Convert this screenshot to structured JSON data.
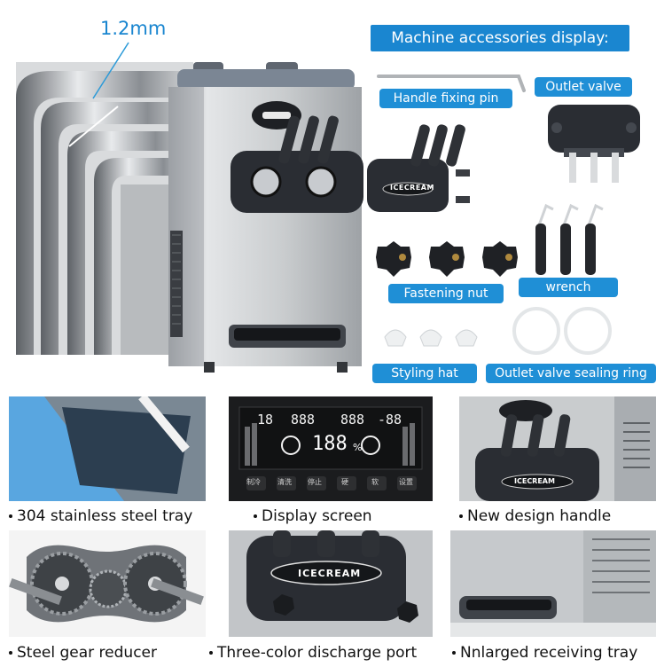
{
  "header": {
    "thickness_label": "1.2mm",
    "accessories_title": "Machine accessories display:"
  },
  "accessories": {
    "handle_fixing_pin": "Handle fixing pin",
    "outlet_valve": "Outlet valve",
    "fastening_nut": "Fastening nut",
    "wrench": "wrench",
    "styling_hat": "Styling hat",
    "outlet_valve_sealing_ring": "Outlet valve sealing ring"
  },
  "machine": {
    "brand_text": "ICECREAM"
  },
  "display": {
    "digits_top_left": "18",
    "digits_top_mid1": "888",
    "digits_top_mid2": "888",
    "digits_top_right": "-88",
    "digits_center": "188",
    "percent": "%",
    "buttons": [
      "制冷",
      "清洗",
      "停止",
      "硬",
      "软",
      "设置"
    ]
  },
  "features": [
    {
      "label": "304 stainless steel tray"
    },
    {
      "label": "Display screen"
    },
    {
      "label": "New design handle"
    },
    {
      "label": "Steel gear reducer"
    },
    {
      "label": "Three-color discharge port"
    },
    {
      "label": "Nnlarged receiving tray"
    }
  ],
  "colors": {
    "accent": "#1f8fd6",
    "steel": "#b9bcbf",
    "dark": "#2b2e33"
  }
}
